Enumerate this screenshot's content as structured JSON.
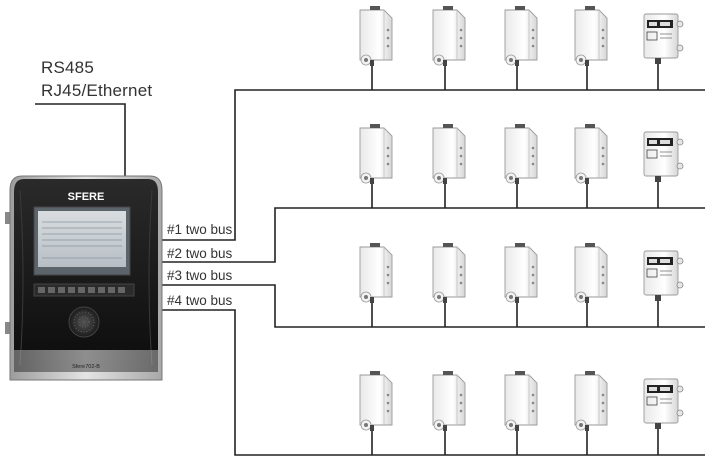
{
  "interfaces": {
    "line1": "RS485",
    "line2": "RJ45/Ethernet"
  },
  "controller": {
    "brand": "SFERE",
    "model": "Sfere702-B"
  },
  "buses": [
    {
      "label": "#1 two bus",
      "devices": [
        "sensor",
        "sensor",
        "sensor",
        "sensor",
        "display-sensor"
      ]
    },
    {
      "label": "#2 two bus",
      "devices": [
        "sensor",
        "sensor",
        "sensor",
        "sensor",
        "display-sensor"
      ]
    },
    {
      "label": "#3 two bus",
      "devices": [
        "sensor",
        "sensor",
        "sensor",
        "sensor",
        "display-sensor"
      ]
    },
    {
      "label": "#4 two bus",
      "devices": [
        "sensor",
        "sensor",
        "sensor",
        "sensor",
        "display-sensor"
      ]
    }
  ],
  "colors": {
    "line": "#222222",
    "panel_silver": "#c4c4c4",
    "panel_black": "#151515",
    "screen": "#6f7880"
  }
}
